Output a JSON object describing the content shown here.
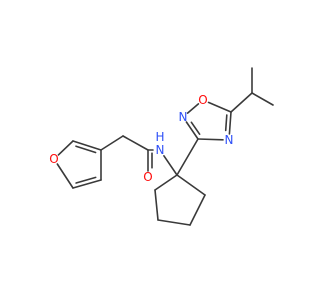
{
  "molecule": {
    "colors": {
      "bond": "#3a3a3a",
      "oxygen": "#ff0d0d",
      "nitrogen": "#2f50f7",
      "hydrogen": "#3a3a3a",
      "background": "#ffffff"
    },
    "atoms": {
      "furan_o": {
        "symbol": "O",
        "element": "oxygen"
      },
      "carbonyl_o": {
        "symbol": "O",
        "element": "oxygen"
      },
      "amide_n": {
        "symbol": "N",
        "element": "nitrogen",
        "hydrogen": "H"
      },
      "oxadiazole_n2": {
        "symbol": "N",
        "element": "nitrogen"
      },
      "oxadiazole_o": {
        "symbol": "O",
        "element": "oxygen"
      },
      "oxadiazole_n4": {
        "symbol": "N",
        "element": "nitrogen"
      }
    }
  }
}
